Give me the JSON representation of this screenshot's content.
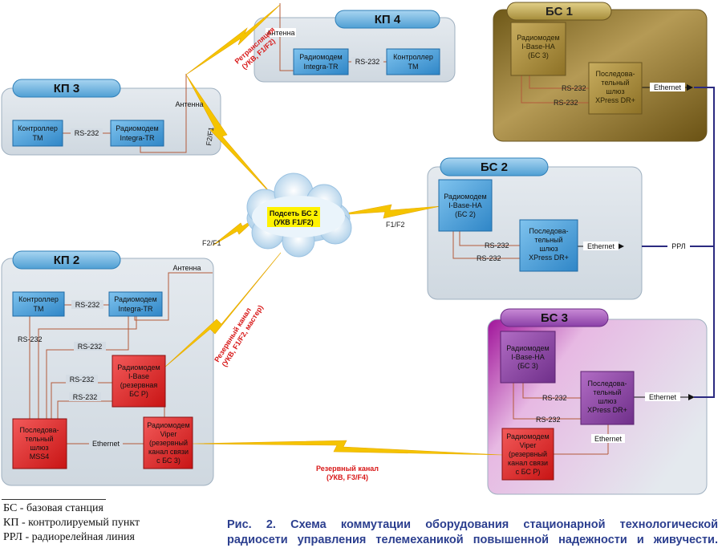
{
  "stations": {
    "bs1": {
      "title": "БС 1",
      "modem": [
        "Радиомодем",
        "I-Base-HA",
        "(БС 3)"
      ],
      "gateway": [
        "Последова-",
        "тельный",
        "шлюз",
        "XPress DR+"
      ],
      "link1": "RS-232",
      "link2": "RS-232",
      "eth": "Ethernet"
    },
    "bs2": {
      "title": "БС 2",
      "modem": [
        "Радиомодем",
        "I-Base-HA",
        "(БС 2)"
      ],
      "gateway": [
        "Последова-",
        "тельный",
        "шлюз",
        "XPress DR+"
      ],
      "link1": "RS-232",
      "link2": "RS-232",
      "eth": "Ethernet"
    },
    "bs3": {
      "title": "БС 3",
      "modem": [
        "Радиомодем",
        "I-Base-HA",
        "(БС 3)"
      ],
      "gateway": [
        "Последова-",
        "тельный",
        "шлюз",
        "XPress DR+"
      ],
      "reserve_modem": [
        "Радиомодем",
        "Viper",
        "(резервный",
        "канал связи",
        "с БС Р)"
      ],
      "link1": "RS-232",
      "link2": "RS-232",
      "eth": "Ethernet",
      "eth_out": "Ethernet"
    },
    "kp2": {
      "title": "КП 2",
      "controller": [
        "Контроллер",
        "ТМ"
      ],
      "modem": [
        "Радиомодем",
        "Integra-TR"
      ],
      "ibase": [
        "Радиомодем",
        "I-Base",
        "(резервная",
        "БС Р)"
      ],
      "mss": [
        "Последова-",
        "тельный",
        "шлюз",
        "MSS4"
      ],
      "viper": [
        "Радиомодем",
        "Viper",
        "(резервный",
        "канал связи",
        "с БС 3)"
      ],
      "antenna": "Антенна",
      "rs_a": "RS-232",
      "rs_b": "RS-232",
      "rs_c": "RS-232",
      "rs_d": "RS-232",
      "rs_e": "RS-232",
      "eth": "Ethernet"
    },
    "kp3": {
      "title": "КП 3",
      "controller": [
        "Контроллер",
        "ТМ"
      ],
      "modem": [
        "Радиомодем",
        "Integra-TR"
      ],
      "rs": "RS-232",
      "antenna": "Антенна"
    },
    "kp4": {
      "title": "КП 4",
      "modem": [
        "Радиомодем",
        "Integra-TR"
      ],
      "controller": [
        "Контроллер",
        "ТМ"
      ],
      "rs": "RS-232",
      "antenna": "Антенна"
    }
  },
  "cloud": {
    "line1": "Подсеть БС 2",
    "line2": "(УКВ F1/F2)"
  },
  "links": {
    "retrans": [
      "Ретрансляция",
      "(УКВ, F1/F2)"
    ],
    "f2f1_kp3": "F2/F1",
    "f2f1_kp2": "F2/F1",
    "f1f2_bs2": "F1/F2",
    "reserve_kp2": [
      "Резервный канал",
      "(УКВ, F1/F2, мастер)"
    ],
    "reserve_bs3": [
      "Резервный канал",
      "(УКВ, F3/F4)"
    ],
    "rrl": "РРЛ"
  },
  "footnotes": [
    "БС - базовая станция",
    "КП - контролируемый пункт",
    "РРЛ - радиорелейная линия"
  ],
  "caption": [
    "Рис. 2. Схема коммутации оборудования стационарной технологической",
    "радиосети управления телемеханикой повышенной надежности и живучести."
  ],
  "colors": {
    "bs1_panel": "#8a6f28",
    "panel": "#d4dce4",
    "blue_box": "#3f9ad6",
    "red_box": "#e02424",
    "purple": "#8a3fa6",
    "lightning": "#f5c400",
    "rrl_line": "#2b2a80",
    "caption": "#2c3f8f"
  }
}
